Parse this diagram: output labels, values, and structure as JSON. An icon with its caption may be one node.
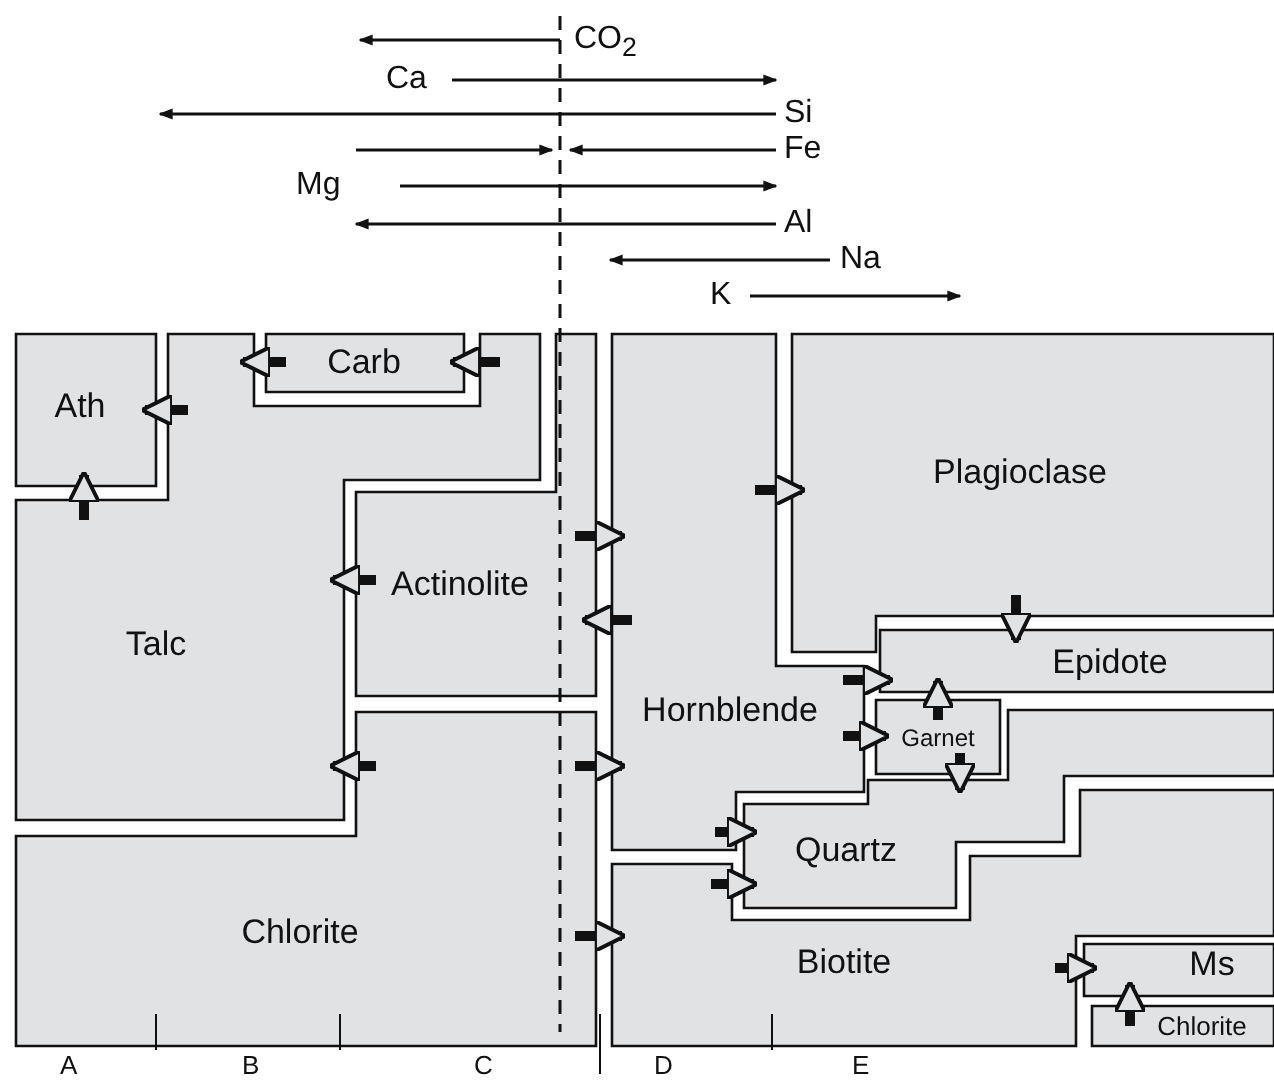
{
  "diagram": {
    "nodes": [
      {
        "text": [
          "Ath"
        ]
      },
      {
        "text": [
          "Carb"
        ]
      },
      {
        "text": [
          "Talc"
        ]
      },
      {
        "text": [
          "Actinolite"
        ]
      },
      {
        "text": [
          "Plagioclase"
        ]
      },
      {
        "text": [
          "Epidote"
        ]
      },
      {
        "text": [
          "Hornblende"
        ]
      },
      {
        "text": [
          "Garnet"
        ]
      },
      {
        "text": [
          "Quartz"
        ]
      },
      {
        "text": [
          "Chlorite"
        ]
      },
      {
        "text": [
          "Biotite"
        ]
      },
      {
        "text": [
          "Ms"
        ]
      },
      {
        "text": [
          "Chlorite"
        ]
      }
    ],
    "edges": [
      {
        "from": 2,
        "to": 0,
        "arrow": "to"
      },
      {
        "from": 2,
        "to": 0,
        "arrow": "to"
      },
      {
        "from": 1,
        "to": 2,
        "arrow": "to"
      },
      {
        "from": 2,
        "to": 1,
        "arrow": "to"
      },
      {
        "from": 3,
        "to": 2,
        "arrow": "to"
      },
      {
        "from": 9,
        "to": 2,
        "arrow": "to"
      },
      {
        "from": 3,
        "to": 6,
        "arrow": "to"
      },
      {
        "from": 6,
        "to": 3,
        "arrow": "to"
      },
      {
        "from": 9,
        "to": 6,
        "arrow": "to"
      },
      {
        "from": 9,
        "to": 10,
        "arrow": "to"
      },
      {
        "from": 6,
        "to": 4,
        "arrow": "to"
      },
      {
        "from": 4,
        "to": 5,
        "arrow": "to"
      },
      {
        "from": 6,
        "to": 5,
        "arrow": "to"
      },
      {
        "from": 6,
        "to": 7,
        "arrow": "to"
      },
      {
        "from": 7,
        "to": 5,
        "arrow": "to"
      },
      {
        "from": 7,
        "to": 8,
        "arrow": "to"
      },
      {
        "from": 6,
        "to": 8,
        "arrow": "to"
      },
      {
        "from": 10,
        "to": 8,
        "arrow": "to"
      },
      {
        "from": 10,
        "to": 11,
        "arrow": "to"
      },
      {
        "from": 12,
        "to": 11,
        "arrow": "to"
      }
    ],
    "labels": [
      "CO$_{2}$",
      "Ca",
      "Si",
      "Fe",
      "Mg",
      "Al",
      "Na",
      "K",
      "A",
      "B",
      "C",
      "D",
      "E"
    ]
  }
}
